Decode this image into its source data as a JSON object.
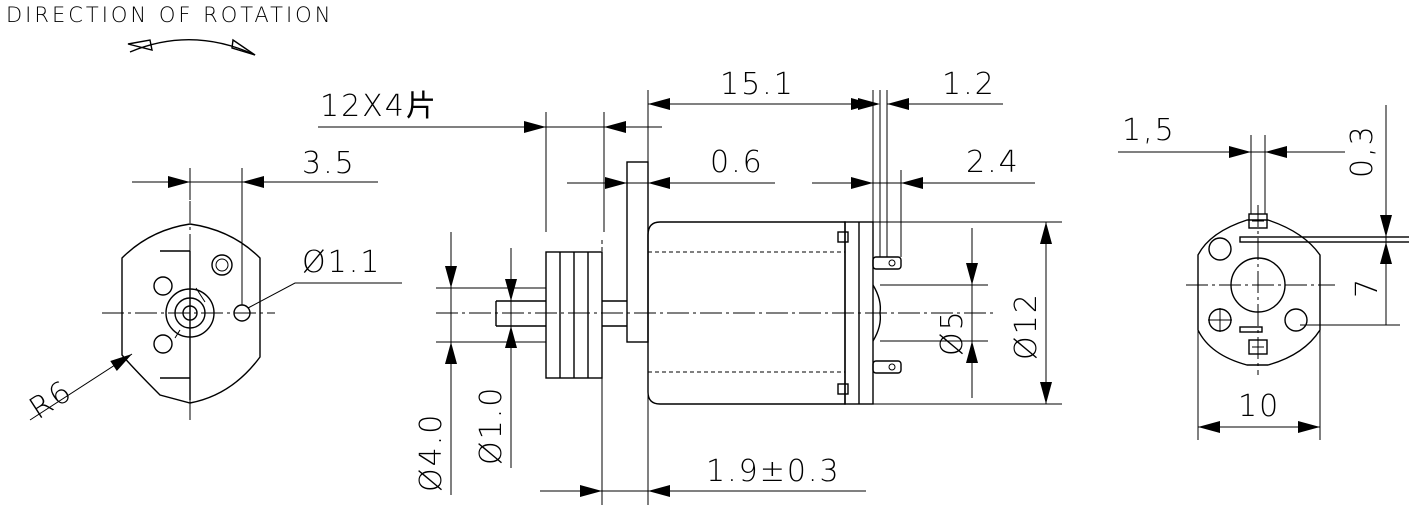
{
  "title": "DIRECTION OF ROTATION",
  "front_view": {
    "dim_width": "3.5",
    "dim_hole": "Ø1.1",
    "dim_radius": "R6"
  },
  "side_view": {
    "dim_rotor": "12X4片",
    "dim_body_length": "15.1",
    "dim_terminal_thickness": "1.2",
    "dim_offset": "0.6",
    "dim_terminal_spacing": "2.4",
    "dim_boss_diameter": "Ø5",
    "dim_body_diameter": "Ø12",
    "dim_outer_diameter": "Ø4.0",
    "dim_shaft_diameter": "Ø1.0",
    "dim_shaft_extension": "1.9±0.3"
  },
  "end_view": {
    "dim_slot_width": "1,5",
    "dim_slot_depth": "0,3",
    "dim_height": "7",
    "dim_width": "10"
  }
}
